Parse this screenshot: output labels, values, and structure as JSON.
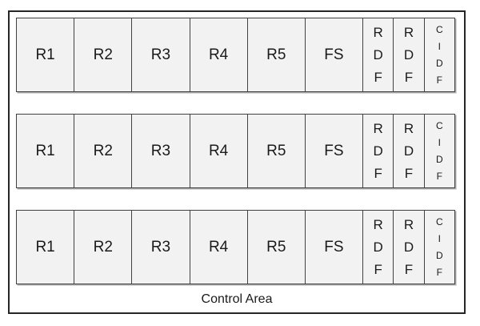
{
  "diagram": {
    "control_area_label": "Control Area",
    "rows": [
      {
        "cells": [
          {
            "label": "R1",
            "orientation": "horizontal"
          },
          {
            "label": "R2",
            "orientation": "horizontal"
          },
          {
            "label": "R3",
            "orientation": "horizontal"
          },
          {
            "label": "R4",
            "orientation": "horizontal"
          },
          {
            "label": "R5",
            "orientation": "horizontal"
          },
          {
            "label": "FS",
            "orientation": "horizontal"
          },
          {
            "label": "RDF",
            "orientation": "vertical"
          },
          {
            "label": "RDF",
            "orientation": "vertical"
          },
          {
            "label": "CIDF",
            "orientation": "vertical-small"
          }
        ]
      },
      {
        "cells": [
          {
            "label": "R1",
            "orientation": "horizontal"
          },
          {
            "label": "R2",
            "orientation": "horizontal"
          },
          {
            "label": "R3",
            "orientation": "horizontal"
          },
          {
            "label": "R4",
            "orientation": "horizontal"
          },
          {
            "label": "R5",
            "orientation": "horizontal"
          },
          {
            "label": "FS",
            "orientation": "horizontal"
          },
          {
            "label": "RDF",
            "orientation": "vertical"
          },
          {
            "label": "RDF",
            "orientation": "vertical"
          },
          {
            "label": "CIDF",
            "orientation": "vertical-small"
          }
        ]
      },
      {
        "cells": [
          {
            "label": "R1",
            "orientation": "horizontal"
          },
          {
            "label": "R2",
            "orientation": "horizontal"
          },
          {
            "label": "R3",
            "orientation": "horizontal"
          },
          {
            "label": "R4",
            "orientation": "horizontal"
          },
          {
            "label": "R5",
            "orientation": "horizontal"
          },
          {
            "label": "FS",
            "orientation": "horizontal"
          },
          {
            "label": "RDF",
            "orientation": "vertical"
          },
          {
            "label": "RDF",
            "orientation": "vertical"
          },
          {
            "label": "CIDF",
            "orientation": "vertical-small"
          }
        ]
      }
    ],
    "colors": {
      "cell_fill": "#f2f2f2",
      "cell_border": "#404040",
      "frame_border": "#262626",
      "text": "#1a1a1a",
      "shadow": "#ababab",
      "background": "#ffffff"
    }
  }
}
